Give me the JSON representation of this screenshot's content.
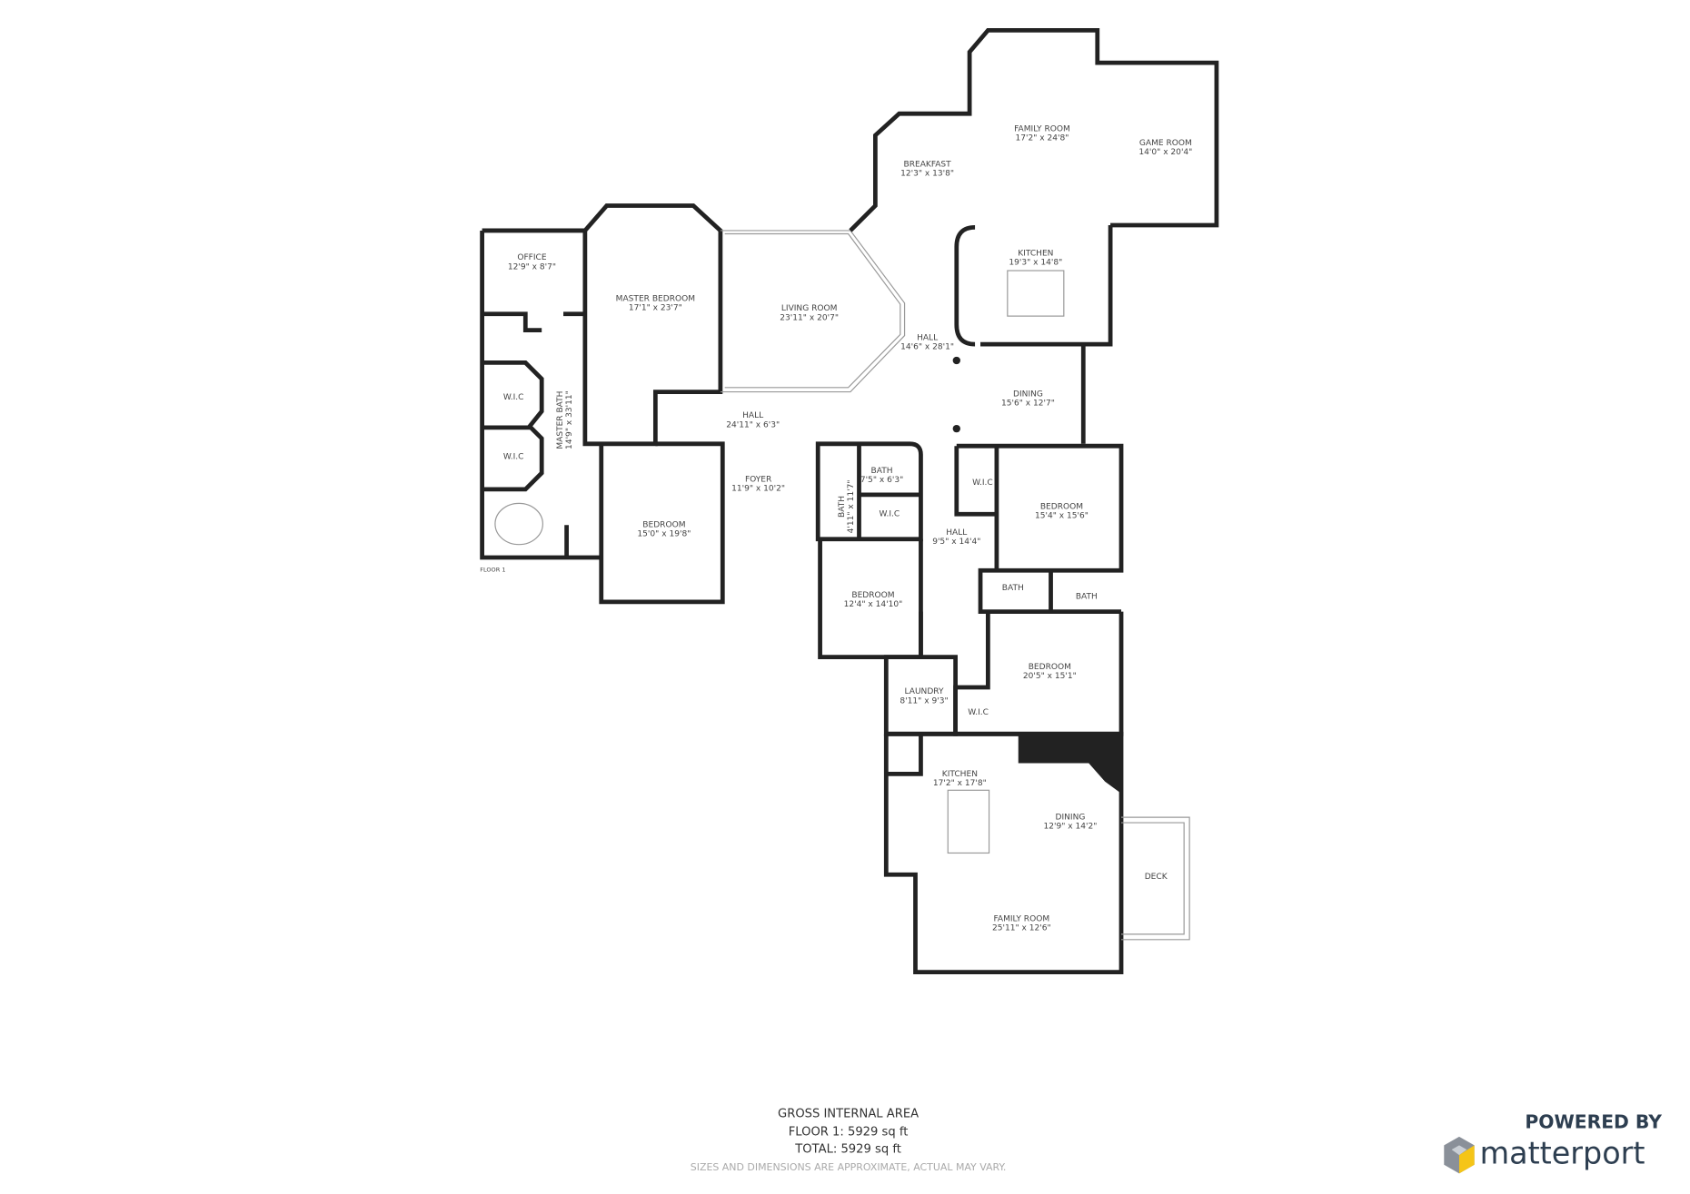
{
  "floor_label": "FLOOR 1",
  "rooms": [
    {
      "name": "OFFICE",
      "dims": "12'9\" x 8'7\""
    },
    {
      "name": "MASTER BEDROOM",
      "dims": "17'1\" x 23'7\""
    },
    {
      "name": "LIVING ROOM",
      "dims": "23'11\" x 20'7\""
    },
    {
      "name": "MASTER BATH",
      "dims": "14'9\" x 33'11\""
    },
    {
      "name": "W.I.C",
      "dims": ""
    },
    {
      "name": "W.I.C",
      "dims": ""
    },
    {
      "name": "HALL",
      "dims": "24'11\" x 6'3\""
    },
    {
      "name": "BEDROOM",
      "dims": "15'0\" x 19'8\""
    },
    {
      "name": "FOYER",
      "dims": "11'9\" x 10'2\""
    },
    {
      "name": "BATH",
      "dims": "4'11\" x 11'7\""
    },
    {
      "name": "BATH",
      "dims": "7'5\" x 6'3\""
    },
    {
      "name": "W.I.C",
      "dims": ""
    },
    {
      "name": "BREAKFAST",
      "dims": "12'3\" x 13'8\""
    },
    {
      "name": "FAMILY ROOM",
      "dims": "17'2\" x 24'8\""
    },
    {
      "name": "GAME ROOM",
      "dims": "14'0\" x 20'4\""
    },
    {
      "name": "KITCHEN",
      "dims": "19'3\" x 14'8\""
    },
    {
      "name": "HALL",
      "dims": "14'6\" x 28'1\""
    },
    {
      "name": "DINING",
      "dims": "15'6\" x 12'7\""
    },
    {
      "name": "W.I.C",
      "dims": ""
    },
    {
      "name": "BEDROOM",
      "dims": "15'4\" x 15'6\""
    },
    {
      "name": "HALL",
      "dims": "9'5\" x 14'4\""
    },
    {
      "name": "BEDROOM",
      "dims": "12'4\" x 14'10\""
    },
    {
      "name": "BATH",
      "dims": ""
    },
    {
      "name": "BATH",
      "dims": ""
    },
    {
      "name": "BEDROOM",
      "dims": "20'5\" x 15'1\""
    },
    {
      "name": "LAUNDRY",
      "dims": "8'11\" x 9'3\""
    },
    {
      "name": "W.I.C",
      "dims": ""
    },
    {
      "name": "KITCHEN",
      "dims": "17'2\" x 17'8\""
    },
    {
      "name": "DINING",
      "dims": "12'9\" x 14'2\""
    },
    {
      "name": "DECK",
      "dims": ""
    },
    {
      "name": "FAMILY ROOM",
      "dims": "25'11\" x 12'6\""
    }
  ],
  "footer": {
    "title": "GROSS INTERNAL AREA",
    "floor_area": "FLOOR 1: 5929 sq ft",
    "total_area": "TOTAL: 5929 sq ft",
    "disclaimer": "SIZES AND DIMENSIONS ARE APPROXIMATE, ACTUAL MAY VARY."
  },
  "branding": {
    "powered_by": "POWERED BY",
    "logo_text": "matterport",
    "logo_icon": "matterport-cube-icon",
    "colors": {
      "brand_text": "#2d3e50",
      "cube_yellow": "#f5c518",
      "cube_gray": "#8a9099",
      "wall": "#222222"
    }
  }
}
